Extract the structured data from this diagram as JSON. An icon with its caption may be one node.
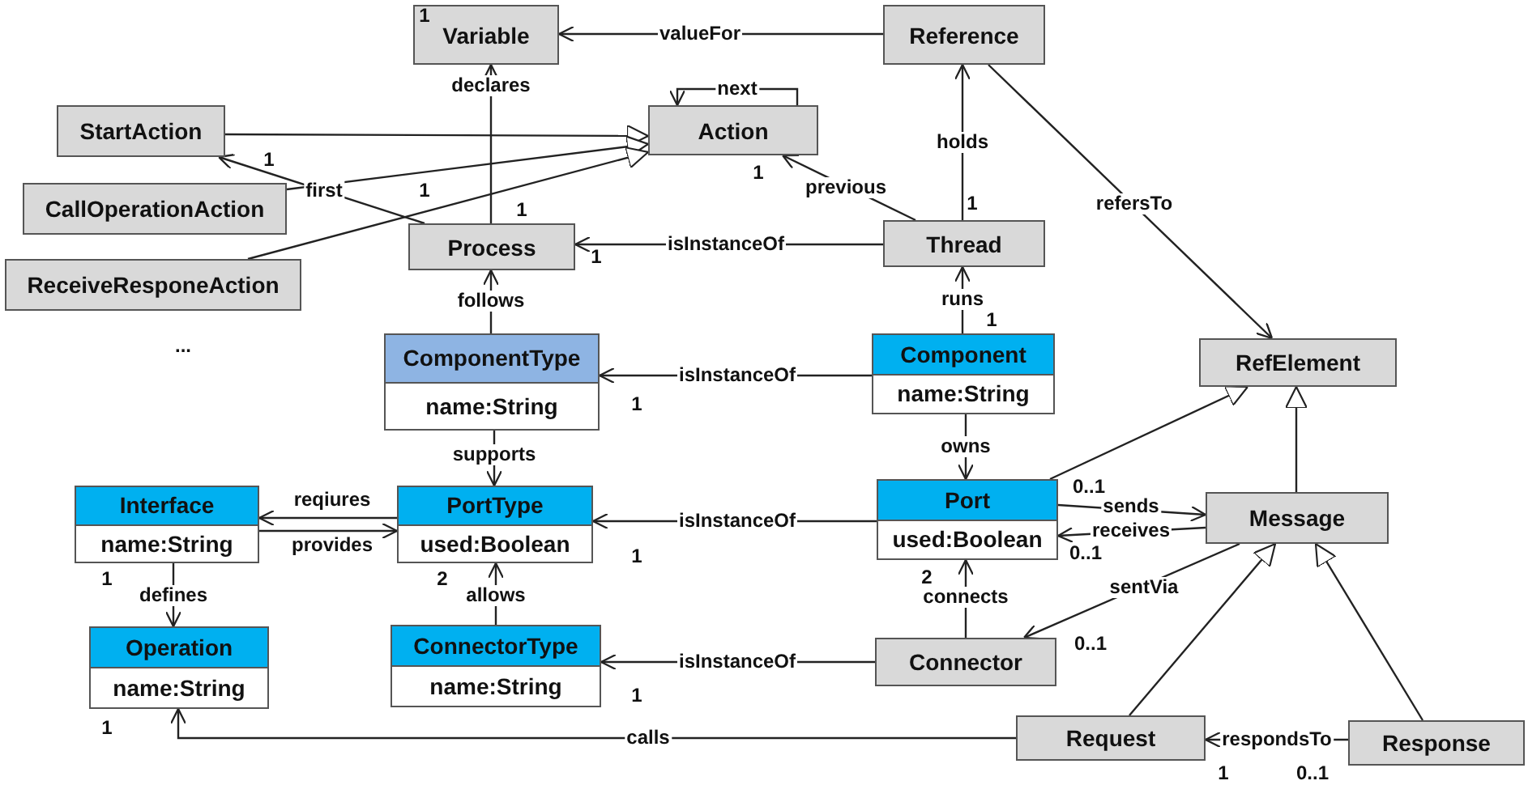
{
  "diagram": {
    "nodes": [
      {
        "text": [
          "Variable"
        ]
      },
      {
        "text": [
          "Reference"
        ]
      },
      {
        "text": [
          "StartAction"
        ]
      },
      {
        "text": [
          "Action"
        ]
      },
      {
        "text": [
          "CallOperationAction"
        ]
      },
      {
        "text": [
          "ReceiveResponeAction"
        ]
      },
      {
        "text": [
          "Process"
        ]
      },
      {
        "text": [
          "Thread"
        ]
      },
      {
        "text": [
          "ComponentType",
          "name:String"
        ]
      },
      {
        "text": [
          "Component",
          "name:String"
        ]
      },
      {
        "text": [
          "RefElement"
        ]
      },
      {
        "text": [
          "Interface",
          "name:String"
        ]
      },
      {
        "text": [
          "PortType",
          "used:Boolean"
        ]
      },
      {
        "text": [
          "Port",
          "used:Boolean"
        ]
      },
      {
        "text": [
          "Message"
        ]
      },
      {
        "text": [
          "Operation",
          "name:String"
        ]
      },
      {
        "text": [
          "ConnectorType",
          "name:String"
        ]
      },
      {
        "text": [
          "Connector"
        ]
      },
      {
        "text": [
          "Request"
        ]
      },
      {
        "text": [
          "Response"
        ]
      }
    ],
    "edges": [
      {
        "from": 1,
        "to": 0,
        "arrow": "to",
        "label": "valueFor"
      },
      {
        "from": 3,
        "to": 3,
        "arrow": "to",
        "label": "next"
      },
      {
        "from": 2,
        "to": 3,
        "arrow": "to"
      },
      {
        "from": 4,
        "to": 3,
        "arrow": "to"
      },
      {
        "from": 5,
        "to": 3,
        "arrow": "to"
      },
      {
        "from": 6,
        "to": 0,
        "arrow": "to",
        "label": "declares"
      },
      {
        "from": 6,
        "to": 2,
        "arrow": "to",
        "label": "first"
      },
      {
        "from": 7,
        "to": 3,
        "arrow": "to",
        "label": "previous"
      },
      {
        "from": 7,
        "to": 1,
        "arrow": "to",
        "label": "holds"
      },
      {
        "from": 7,
        "to": 6,
        "arrow": "to",
        "label": "isInstanceOf"
      },
      {
        "from": 1,
        "to": 10,
        "arrow": "to",
        "label": "refersTo"
      },
      {
        "from": 8,
        "to": 6,
        "arrow": "to",
        "label": "follows"
      },
      {
        "from": 9,
        "to": 7,
        "arrow": "to",
        "label": "runs"
      },
      {
        "from": 9,
        "to": 8,
        "arrow": "to",
        "label": "isInstanceOf"
      },
      {
        "from": 8,
        "to": 12,
        "arrow": "to",
        "label": "supports"
      },
      {
        "from": 12,
        "to": 11,
        "arrow": "to",
        "label": "reqiures"
      },
      {
        "from": 11,
        "to": 12,
        "arrow": "to",
        "label": "provides"
      },
      {
        "from": 11,
        "to": 15,
        "arrow": "to",
        "label": "defines"
      },
      {
        "from": 13,
        "to": 12,
        "arrow": "to",
        "label": "isInstanceOf"
      },
      {
        "from": 9,
        "to": 13,
        "arrow": "to",
        "label": "owns"
      },
      {
        "from": 13,
        "to": 10,
        "arrow": "to"
      },
      {
        "from": 14,
        "to": 10,
        "arrow": "to"
      },
      {
        "from": 13,
        "to": 14,
        "arrow": "to",
        "label": "sends"
      },
      {
        "from": 14,
        "to": 13,
        "arrow": "to",
        "label": "receives"
      },
      {
        "from": 16,
        "to": 12,
        "arrow": "to",
        "label": "allows"
      },
      {
        "from": 17,
        "to": 13,
        "arrow": "to",
        "label": "connects"
      },
      {
        "from": 14,
        "to": 17,
        "arrow": "to",
        "label": "sentVia"
      },
      {
        "from": 17,
        "to": 16,
        "arrow": "to",
        "label": "isInstanceOf"
      },
      {
        "from": 18,
        "to": 15,
        "arrow": "to",
        "label": "calls"
      },
      {
        "from": 18,
        "to": 14,
        "arrow": "to"
      },
      {
        "from": 19,
        "to": 14,
        "arrow": "to"
      },
      {
        "from": 19,
        "to": 18,
        "arrow": "to",
        "label": "respondsTo"
      }
    ],
    "labels": [
      "1",
      "1",
      "1",
      "1",
      "1",
      "1",
      "1",
      "1",
      "...",
      "1",
      "0..1",
      "1",
      "0..1",
      "1",
      "2",
      "2",
      "0..1",
      "1",
      "1",
      "1",
      "0..1"
    ]
  }
}
